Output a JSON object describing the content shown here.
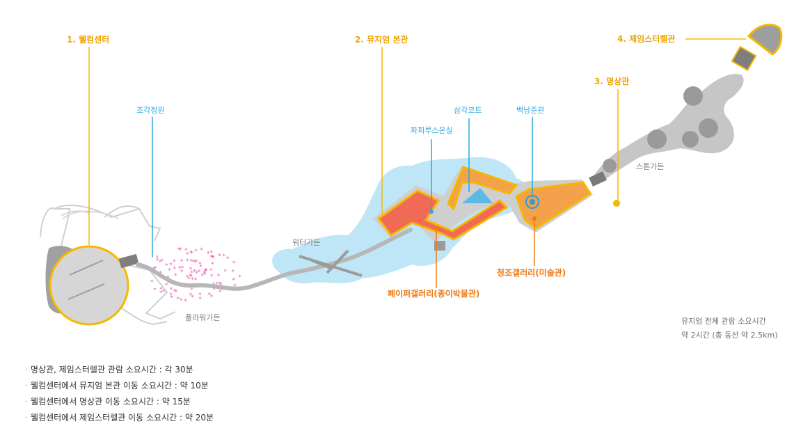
{
  "labels": {
    "welcome_center": "1. 웰컴센터",
    "museum_main": "2. 뮤지엄 본관",
    "meditation_hall": "3. 명상관",
    "james_turrell": "4. 제임스터렐관",
    "sculpture_garden": "조각정원",
    "papyrus_greenhouse": "파피루스온실",
    "triangle_court": "삼각코트",
    "paik_namjune": "백남준관",
    "water_garden": "워터가든",
    "flower_garden": "플라워가든",
    "stone_garden": "스톤가든",
    "paper_gallery": "페이퍼갤러리(종이박물관)",
    "cheongjo_gallery": "청조갤러리(미술관)"
  },
  "info": {
    "line1": "뮤지엄 전체 관람 소요시간",
    "line2": "약 2시간 (총 동선 약 2.5km)"
  },
  "notes": [
    "명상관, 제임스터렐관 관람 소요시간 : 각 30분",
    "웰컴센터에서 뮤지엄 본관 이동 소요시간 : 약 10분",
    "웰컴센터에서 명상관 이동 소요시간 : 약 15분",
    "웰컴센터에서 제임스터렐관 이동 소요시간 : 약 20분"
  ],
  "colors": {
    "accent_yellow": "#f5b800",
    "label_blue": "#29a8e0",
    "gallery_orange": "#f07a10",
    "water": "#bfe6f7",
    "building_gray": "#b9b9b9",
    "flower_pink": "#ee5fb2",
    "paper_red": "#f06a55"
  }
}
